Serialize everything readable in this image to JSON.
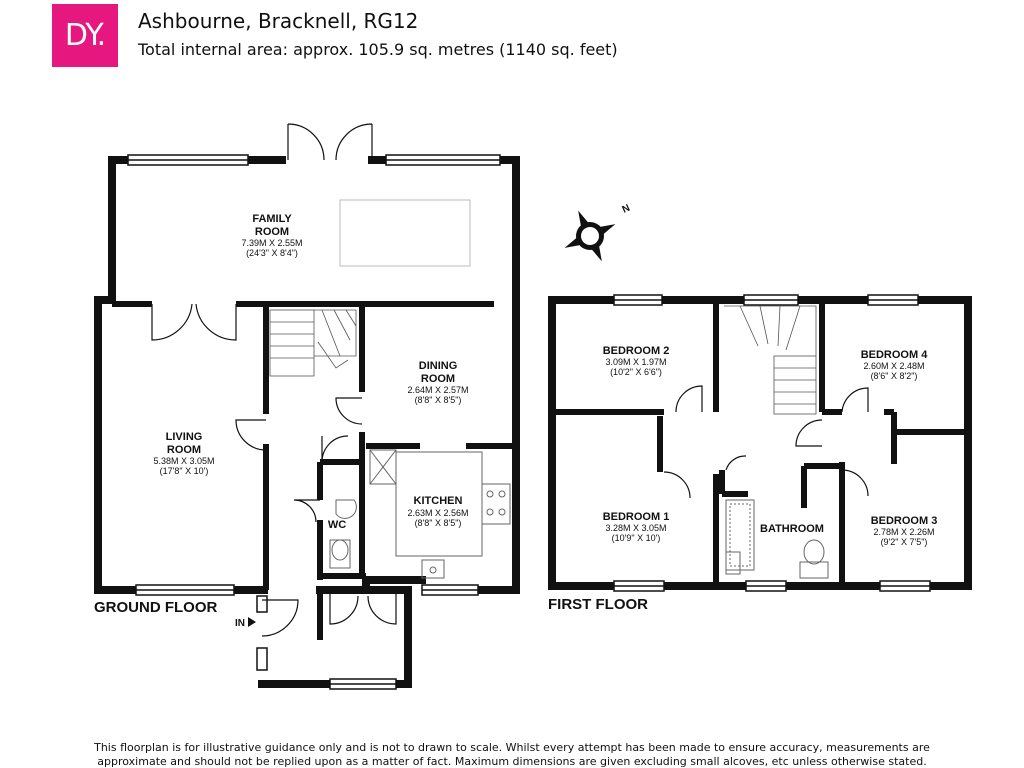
{
  "brand": {
    "logo_text": "DY.",
    "accent_color": "#e6177e"
  },
  "header": {
    "title": "Ashbourne, Bracknell, RG12",
    "subtitle": "Total internal area: approx. 105.9 sq. metres (1140 sq. feet)"
  },
  "compass": {
    "label": "N"
  },
  "ground_floor": {
    "label": "GROUND FLOOR",
    "entrance_label": "IN",
    "rooms": {
      "family": {
        "name1": "FAMILY",
        "name2": "ROOM",
        "dim_m": "7.39M X 2.55M",
        "dim_ft": "(24'3\" X 8'4\")"
      },
      "living": {
        "name1": "LIVING",
        "name2": "ROOM",
        "dim_m": "5.38M X 3.05M",
        "dim_ft": "(17'8\" X 10')"
      },
      "dining": {
        "name1": "DINING",
        "name2": "ROOM",
        "dim_m": "2.64M X 2.57M",
        "dim_ft": "(8'8\" X 8'5\")"
      },
      "kitchen": {
        "name1": "KITCHEN",
        "dim_m": "2.63M X 2.56M",
        "dim_ft": "(8'8\" X 8'5\")"
      },
      "wc": {
        "name1": "WC"
      }
    }
  },
  "first_floor": {
    "label": "FIRST FLOOR",
    "rooms": {
      "bedroom2": {
        "name1": "BEDROOM 2",
        "dim_m": "3.09M X 1.97M",
        "dim_ft": "(10'2\" X 6'6\")"
      },
      "bedroom4": {
        "name1": "BEDROOM 4",
        "dim_m": "2.60M X 2.48M",
        "dim_ft": "(8'6\" X 8'2\")"
      },
      "bedroom1": {
        "name1": "BEDROOM 1",
        "dim_m": "3.28M X 3.05M",
        "dim_ft": "(10'9\" X 10')"
      },
      "bedroom3": {
        "name1": "BEDROOM 3",
        "dim_m": "2.78M X 2.26M",
        "dim_ft": "(9'2\" X 7'5\")"
      },
      "bathroom": {
        "name1": "BATHROOM"
      }
    }
  },
  "footer": {
    "line1": "This floorplan is for illustrative guidance only and is not to drawn to scale. Whilst every attempt has been made to ensure accuracy, measurements are",
    "line2": "approximate and should not be replied upon as a matter of fact. Maximum dimensions are given excluding small alcoves, etc unless otherwise stated."
  }
}
